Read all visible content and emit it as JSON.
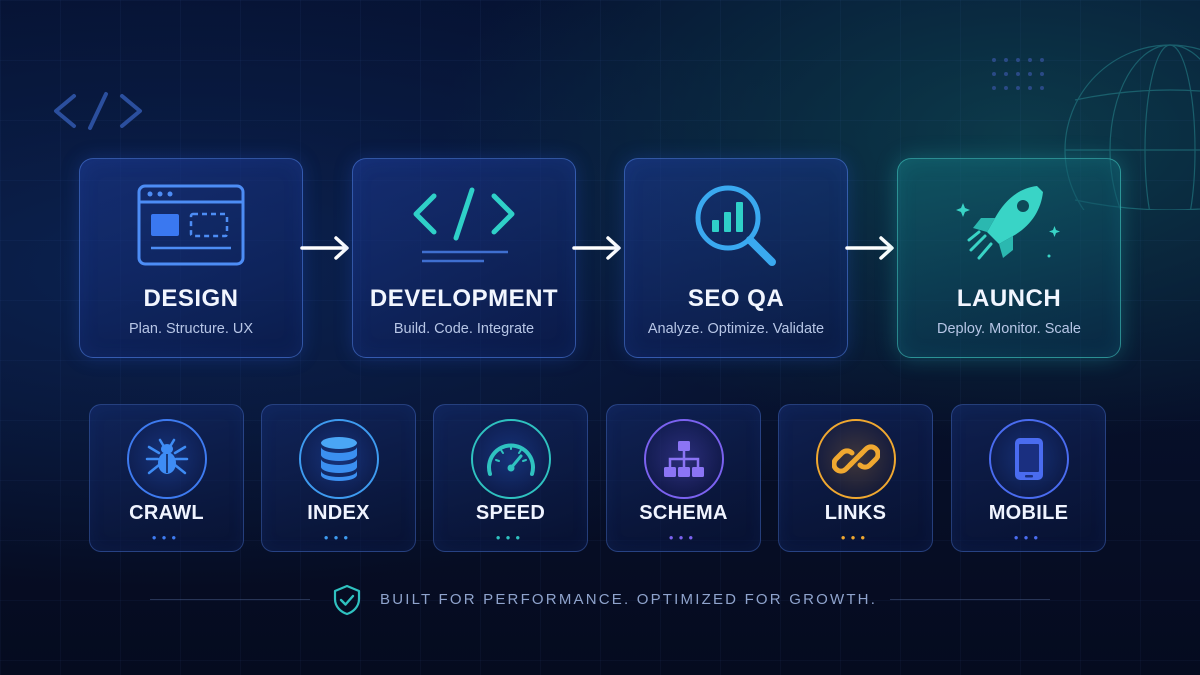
{
  "stages": [
    {
      "title": "DESIGN",
      "subtitle": "Plan. Structure. UX",
      "icon": "browser-layout-icon"
    },
    {
      "title": "DEVELOPMENT",
      "subtitle": "Build. Code. Integrate",
      "icon": "code-icon"
    },
    {
      "title": "SEO QA",
      "subtitle": "Analyze. Optimize. Validate",
      "icon": "magnifier-chart-icon"
    },
    {
      "title": "LAUNCH",
      "subtitle": "Deploy. Monitor. Scale",
      "icon": "rocket-icon"
    }
  ],
  "metrics": [
    {
      "label": "CRAWL",
      "icon": "spider-icon",
      "color": "#3e7bf0"
    },
    {
      "label": "INDEX",
      "icon": "database-icon",
      "color": "#3e9bf0"
    },
    {
      "label": "SPEED",
      "icon": "speedometer-icon",
      "color": "#2fc2c0"
    },
    {
      "label": "SCHEMA",
      "icon": "sitemap-icon",
      "color": "#7b62f0"
    },
    {
      "label": "LINKS",
      "icon": "link-icon",
      "color": "#f0a830"
    },
    {
      "label": "MOBILE",
      "icon": "mobile-icon",
      "color": "#4a6cf0"
    }
  ],
  "footer": {
    "tagline": "BUILT FOR PERFORMANCE. OPTIMIZED FOR GROWTH.",
    "icon": "shield-check-icon"
  },
  "colors": {
    "accent_blue": "#3e7bf0",
    "accent_teal": "#2fd0c8",
    "background": "#061232"
  }
}
